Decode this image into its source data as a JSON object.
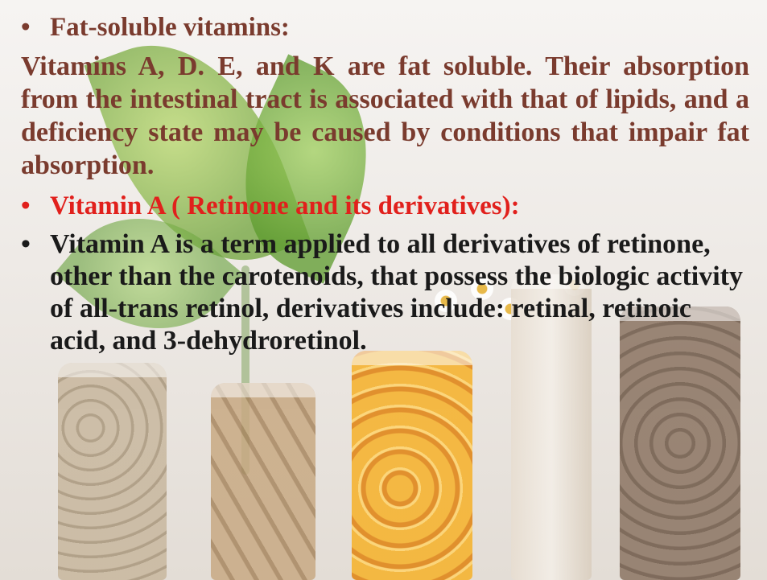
{
  "slide": {
    "bullet_symbol": "•",
    "heading_fat_soluble": "Fat-soluble vitamins:",
    "paragraph_fat_soluble": "Vitamins A, D. E, and K are fat soluble. Their absorption from the intestinal tract is associated with that of lipids, and a deficiency state may be caused by conditions that impair fat absorption.",
    "heading_vitamin_a": "Vitamin A ( Retinone and its derivatives):",
    "paragraph_vitamin_a": "Vitamin A is a term applied to all derivatives of retinone, other than the carotenoids, that possess the biologic activity of all-trans retinol, derivatives include: retinal, retinoic acid, and 3-dehydroretinol."
  },
  "colors": {
    "heading_brown": "#7a3b2e",
    "heading_red": "#e1201c",
    "body_black": "#1a1a1a"
  }
}
